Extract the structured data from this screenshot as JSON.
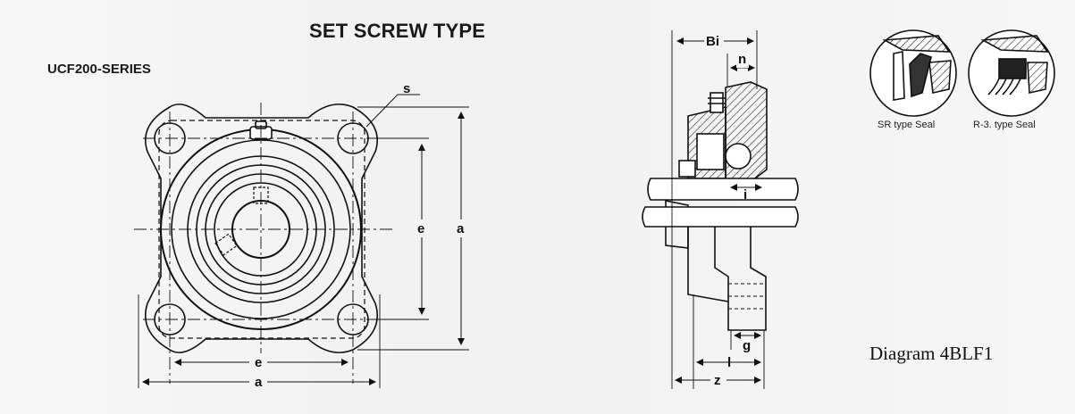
{
  "title": "SET SCREW TYPE",
  "series": "UCF200-SERIES",
  "caption": "Diagram 4BLF1",
  "front_view": {
    "dim_s": "s",
    "dim_e_vertical": "e",
    "dim_a_vertical": "a",
    "dim_e_horizontal": "e",
    "dim_a_horizontal": "a"
  },
  "side_view": {
    "dim_bi": "Bi",
    "dim_n": "n",
    "dim_i": "i",
    "dim_g": "g",
    "dim_l": "l",
    "dim_z": "z"
  },
  "seals": {
    "sr_label": "SR type Seal",
    "r3_label": "R-3. type Seal"
  }
}
